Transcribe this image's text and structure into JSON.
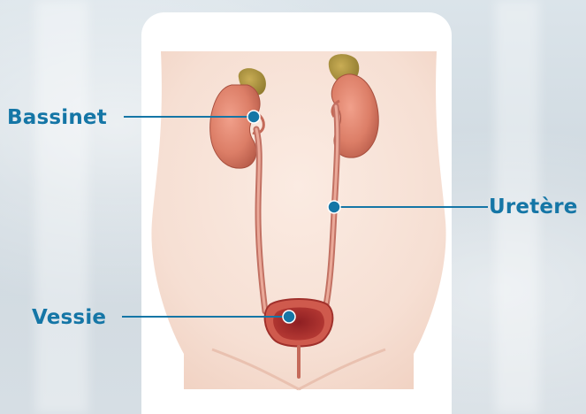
{
  "labels": {
    "bassinet": "Bassinet",
    "uretere": "Uretère",
    "vessie": "Vessie"
  },
  "colors": {
    "label_text": "#1576a6",
    "leader_line": "#1576a6",
    "kidney": "#d9826f",
    "adrenal": "#a08a3a",
    "bladder": "#b8342f",
    "skin": "#f8e6dc"
  },
  "icons": {
    "left-kidney": "kidney-illustration",
    "right-kidney": "kidney-illustration",
    "bladder": "bladder-illustration"
  }
}
